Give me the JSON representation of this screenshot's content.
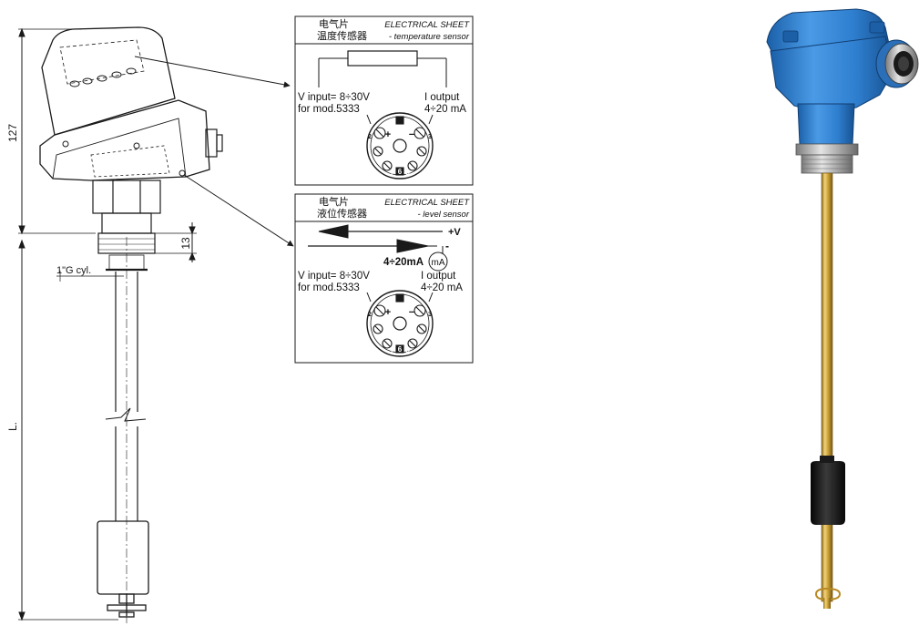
{
  "dimensions": {
    "height_total": "127",
    "thread_height": "13",
    "thread_label": "1\"G cyl.",
    "length_label": "L."
  },
  "temperature_sheet": {
    "title_cn_1": "电气片",
    "title_cn_2": "温度传感器",
    "title_en_1": "ELECTRICAL SHEET",
    "title_en_2": "- temperature sensor",
    "v_input": "V input= 8÷30V",
    "for_mod": "for mod.5333",
    "i_output": "I output",
    "output_range": "4÷20 mA"
  },
  "level_sheet": {
    "title_cn_1": "电气片",
    "title_cn_2": "液位传感器",
    "title_en_1": "ELECTRICAL SHEET",
    "title_en_2": "- level sensor",
    "plus_v": "+V",
    "minus": "-",
    "current_label": "4÷20mA",
    "meter_label": "mA",
    "v_input": "V input= 8÷30V",
    "for_mod": "for mod.5333",
    "i_output": "I output",
    "output_range": "4÷20 mA"
  },
  "terminal": {
    "plus": "+",
    "minus": "−",
    "t1": "1",
    "t2": "2",
    "t3": "3",
    "t4": "4",
    "t6": "6"
  },
  "colors": {
    "line": "#1a1a1a",
    "head_blue": "#2f7fd0",
    "rod_brass": "#c9a13a",
    "float_black": "#1c1c1c"
  }
}
